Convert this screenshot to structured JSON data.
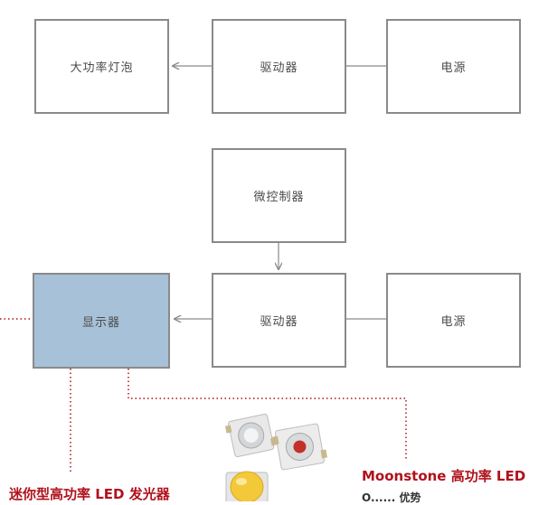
{
  "diagram": {
    "row1": {
      "bulb_label": "大功率灯泡",
      "driver_label": "驱动器",
      "power_label": "电源"
    },
    "mcu_label": "微控制器",
    "row2": {
      "display_label": "显示器",
      "driver_label": "驱动器",
      "power_label": "电源"
    },
    "captions": {
      "left": "迷你型高功率 LED 发光器",
      "right": "Moonstone 高功率 LED",
      "right_sub": "O...... 优势"
    },
    "colors": {
      "box_border": "#8a8a8a",
      "display_fill": "#a7c1d8",
      "connector": "#8a8a8a",
      "dotted_leader": "#b0111c",
      "caption_text": "#b0111c"
    }
  }
}
